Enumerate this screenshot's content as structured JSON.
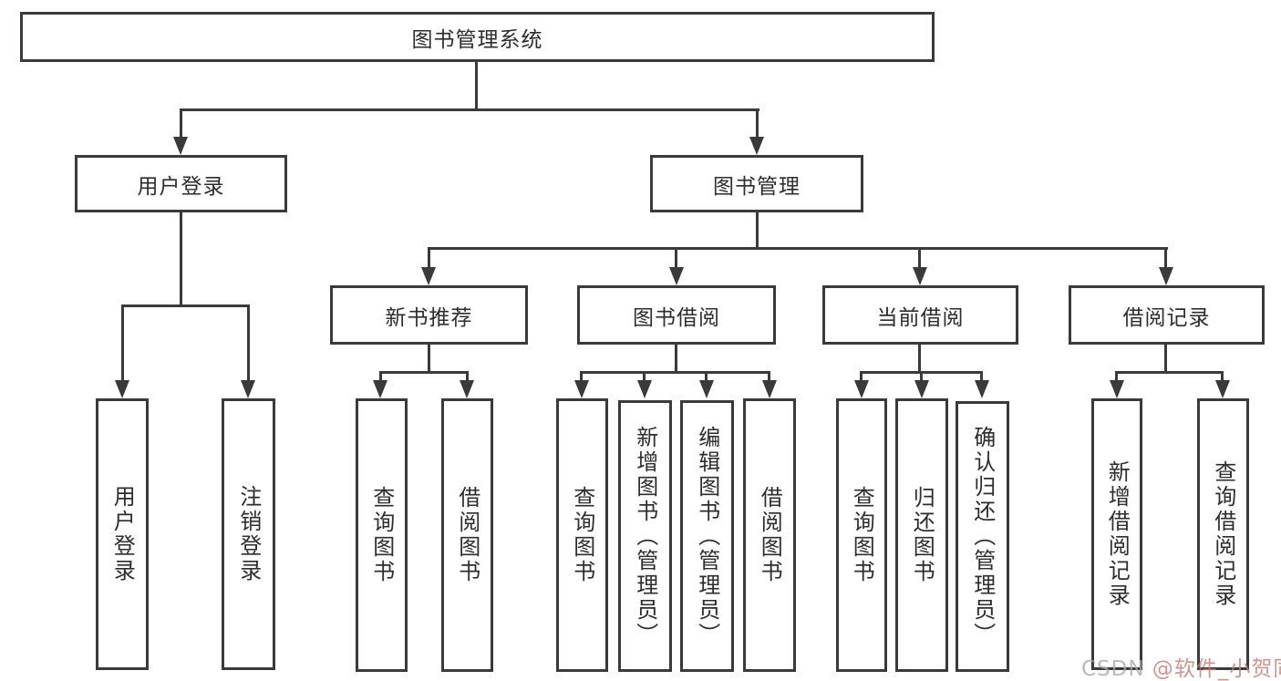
{
  "tree": {
    "root": {
      "label": "图书管理系统"
    },
    "branches": [
      {
        "label": "用户登录",
        "children": [
          {
            "label": "用户登录"
          },
          {
            "label": "注销登录"
          }
        ]
      },
      {
        "label": "图书管理",
        "sections": [
          {
            "label": "新书推荐",
            "children": [
              {
                "label": "查询图书"
              },
              {
                "label": "借阅图书"
              }
            ]
          },
          {
            "label": "图书借阅",
            "children": [
              {
                "label": "查询图书"
              },
              {
                "label": "新增图书（管理员）"
              },
              {
                "label": "编辑图书（管理员）"
              },
              {
                "label": "借阅图书"
              }
            ]
          },
          {
            "label": "当前借阅",
            "children": [
              {
                "label": "查询图书"
              },
              {
                "label": "归还图书"
              },
              {
                "label": "确认归还（管理员）"
              }
            ]
          },
          {
            "label": "借阅记录",
            "children": [
              {
                "label": "新增借阅记录"
              },
              {
                "label": "查询借阅记录"
              }
            ]
          }
        ]
      }
    ]
  },
  "watermark": {
    "brand": "CSDN",
    "handle": "@软件_小贺同学"
  },
  "colors": {
    "line": "#3a3a3a",
    "text": "#2d2d2d",
    "background": "#ffffff",
    "watermark_gray": "#a8a8a8",
    "watermark_red": "#c9786f"
  }
}
